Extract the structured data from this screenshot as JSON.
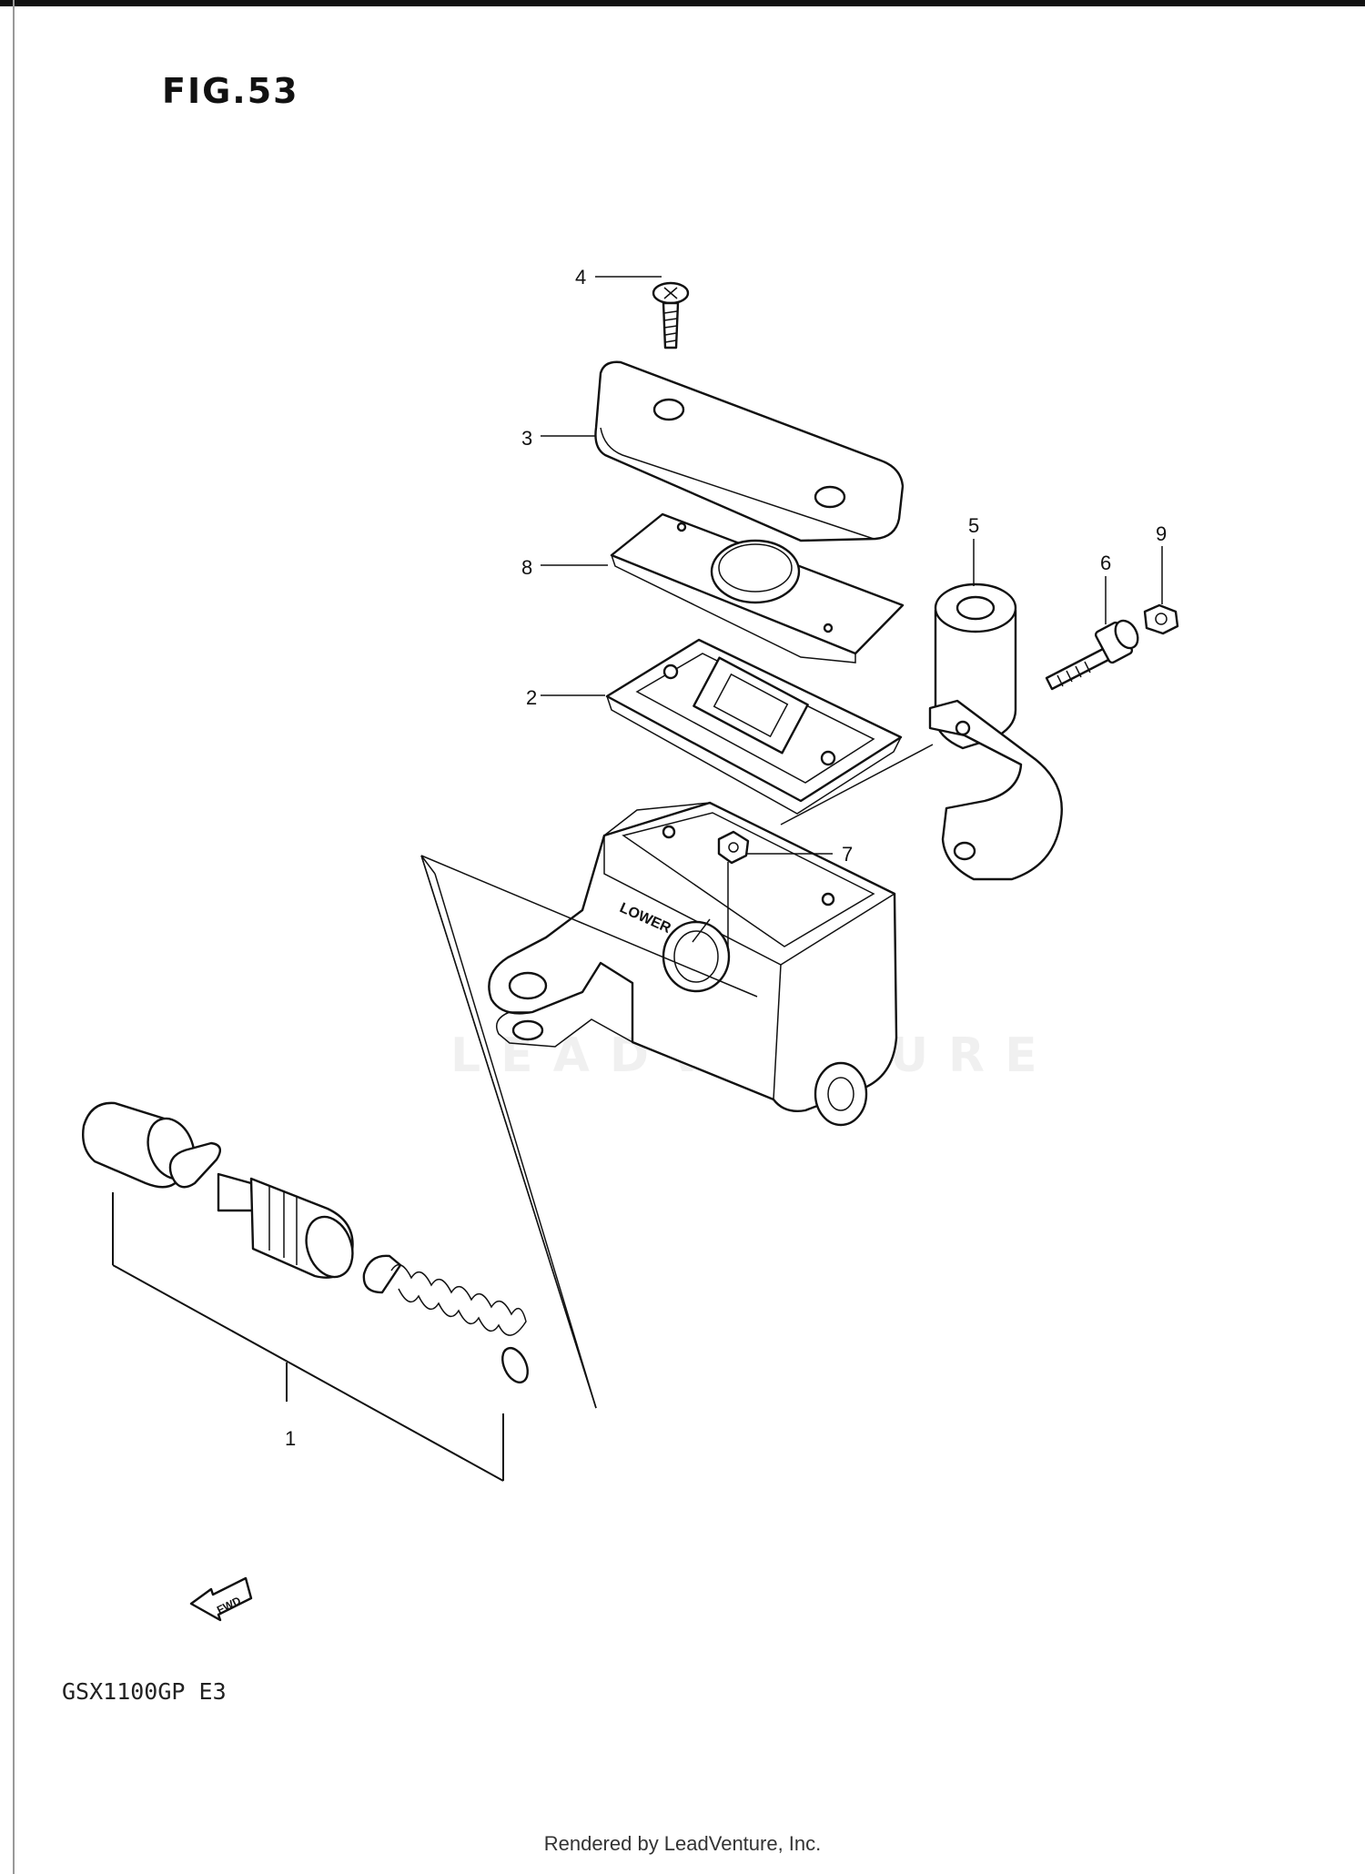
{
  "figure": {
    "title": "FIG.53",
    "model_code": "GSX1100GP  E3",
    "credit": "Rendered by LeadVenture, Inc.",
    "watermark": "LEADVENTURE"
  },
  "part_labels": [
    {
      "id": "label-1",
      "text": "1"
    },
    {
      "id": "label-2",
      "text": "2"
    },
    {
      "id": "label-3",
      "text": "3"
    },
    {
      "id": "label-4",
      "text": "4"
    },
    {
      "id": "label-5",
      "text": "5"
    },
    {
      "id": "label-6",
      "text": "6"
    },
    {
      "id": "label-7",
      "text": "7"
    },
    {
      "id": "label-8",
      "text": "8"
    },
    {
      "id": "label-9",
      "text": "9"
    }
  ],
  "embossed_text": {
    "body_marking": "LOWER",
    "direction_arrow": "FWD"
  },
  "icons": [
    "forward-arrow-icon"
  ]
}
